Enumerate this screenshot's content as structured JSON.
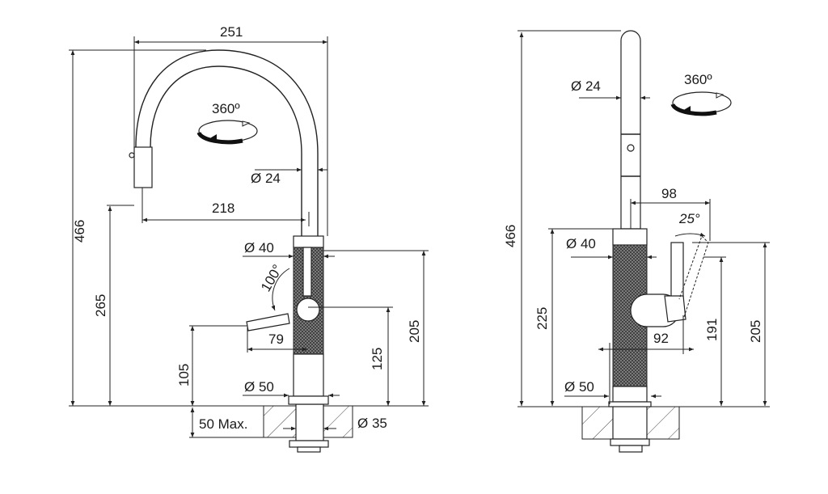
{
  "colors": {
    "line": "#222222",
    "knurl": "#555555",
    "background": "#ffffff"
  },
  "left_view": {
    "width_total": "251",
    "height_total": "466",
    "spout_reach": "218",
    "spout_diameter": "Ø 24",
    "spout_outlet_height": "265",
    "body_diameter": "Ø 40",
    "lever_angle": "100°",
    "lever_reach": "79",
    "lever_height": "105",
    "handle_axis_height": "125",
    "body_height": "205",
    "base_diameter": "Ø 50",
    "counter_thickness": "50 Max.",
    "hole_diameter": "Ø 35",
    "rotation": "360º"
  },
  "right_view": {
    "height_total": "466",
    "spout_diameter": "Ø 24",
    "rotation": "360º",
    "lever_reach": "98",
    "lever_tilt": "25°",
    "body_diameter": "Ø 40",
    "body_height": "225",
    "lever_height": "191",
    "lever_top_height": "205",
    "handle_depth": "92",
    "base_diameter": "Ø 50"
  }
}
